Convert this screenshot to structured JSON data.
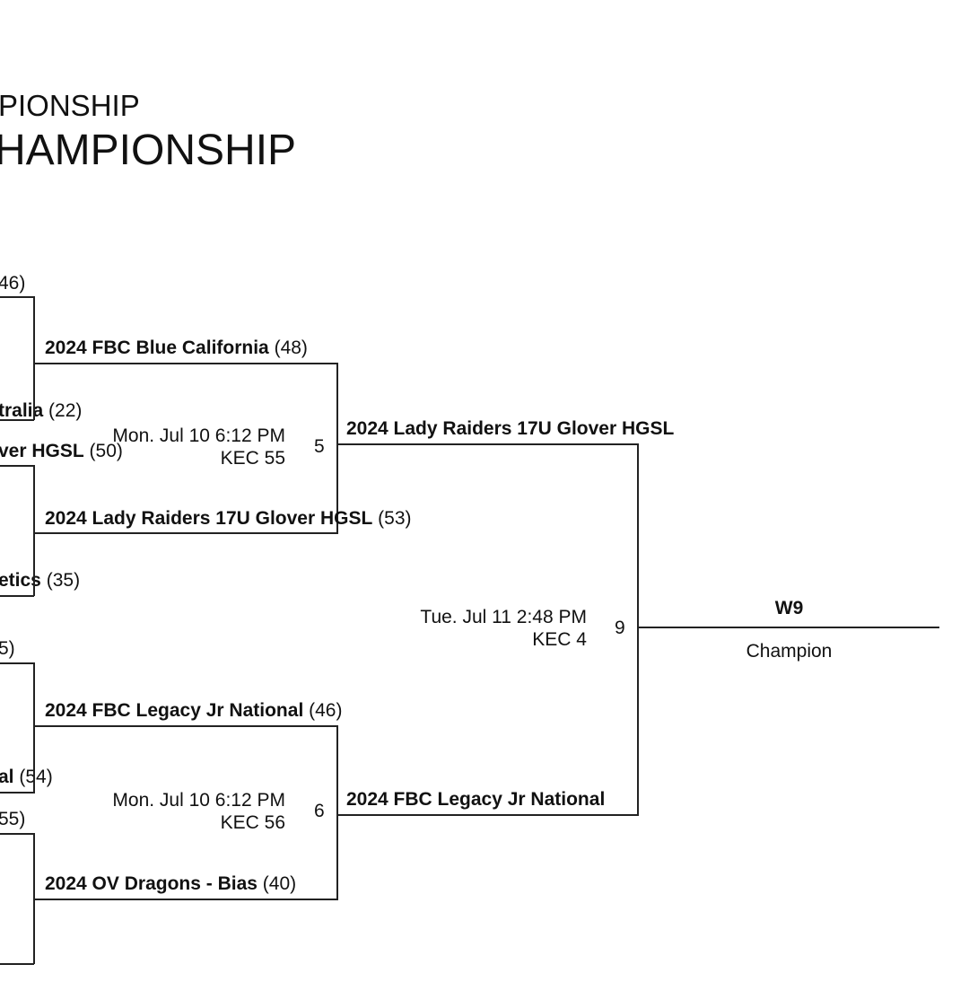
{
  "header": {
    "subtitle": "PIONSHIP",
    "title": "HAMPIONSHIP"
  },
  "left_fragments": {
    "seed_top_1": "46)",
    "team_r1_a": {
      "name": "tralia",
      "score": "(22)"
    },
    "team_r1_b": {
      "name": "ver HGSL",
      "score": "(50)"
    },
    "team_r1_c": {
      "name": "etics",
      "score": "(35)"
    },
    "seed_top_2": "5)",
    "team_r1_d": {
      "name": "al",
      "score": "(54)"
    },
    "seed_top_3": "55)"
  },
  "round2": {
    "game5": {
      "number": "5",
      "date": "Mon. Jul 10 6:12 PM",
      "venue": "KEC 55",
      "top": {
        "name": "2024 FBC Blue California",
        "score": "(48)"
      },
      "bottom": {
        "name": "2024 Lady Raiders 17U Glover HGSL",
        "score": "(53)"
      }
    },
    "game6": {
      "number": "6",
      "date": "Mon. Jul 10 6:12 PM",
      "venue": "KEC 56",
      "top": {
        "name": "2024 FBC Legacy Jr National",
        "score": "(46)"
      },
      "bottom": {
        "name": "2024 OV Dragons - Bias",
        "score": "(40)"
      }
    }
  },
  "final": {
    "number": "9",
    "date": "Tue. Jul 11 2:48 PM",
    "venue": "KEC 4",
    "top": {
      "name": "2024 Lady Raiders 17U Glover HGSL"
    },
    "bottom": {
      "name": "2024 FBC Legacy Jr National"
    }
  },
  "champion": {
    "winner_label": "W9",
    "label": "Champion"
  }
}
